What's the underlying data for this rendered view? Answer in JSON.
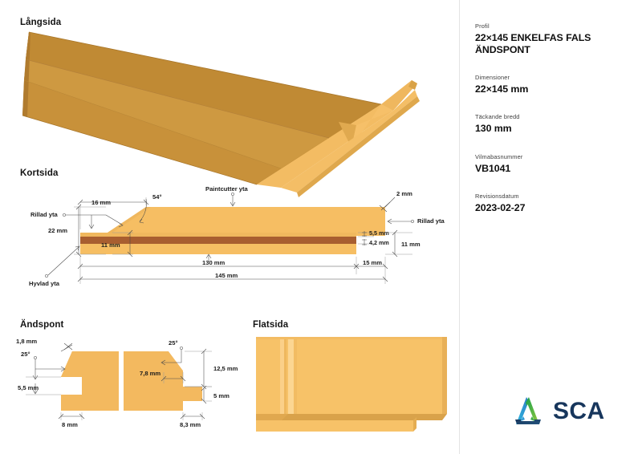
{
  "document": {
    "sections": {
      "langsida": "Långsida",
      "kortsida": "Kortsida",
      "andspont": "Ändspont",
      "flatsida": "Flatsida"
    }
  },
  "sidebar": {
    "fields": [
      {
        "label": "Profil",
        "value": "22×145 ENKELFAS FALS ÄNDSPONT"
      },
      {
        "label": "Dimensioner",
        "value": "22×145 mm"
      },
      {
        "label": "Täckande bredd",
        "value": "130 mm"
      },
      {
        "label": "Vilmabasnummer",
        "value": "VB1041"
      },
      {
        "label": "Revisionsdatum",
        "value": "2023-02-27"
      }
    ],
    "profile_line1": "22×145 ENKELFAS FALS",
    "profile_line2": "ÄNDSPONT"
  },
  "kortsida": {
    "annotations": {
      "width_16": "16 mm",
      "angle_54": "54°",
      "height_22": "22 mm",
      "height_11_left": "11 mm",
      "rillad_left": "Rillad yta",
      "hyvlad": "Hyvlad yta",
      "paintcutter": "Paintcutter yta",
      "edge_2": "2 mm",
      "rillad_right": "Rillad yta",
      "band_55": "5,5 mm",
      "band_42": "4,2 mm",
      "height_11_right": "11 mm",
      "width_15": "15 mm",
      "width_130": "130 mm",
      "width_145": "145 mm"
    }
  },
  "andspont": {
    "annotations": {
      "chamfer_18": "1,8 mm",
      "angle_left": "25°",
      "groove_55": "5,5 mm",
      "width_8": "8 mm",
      "angle_right": "25°",
      "tongue_78": "7,8 mm",
      "height_125": "12,5 mm",
      "height_5": "5 mm",
      "width_83": "8,3 mm"
    }
  },
  "logo": {
    "wordmark": "SCA",
    "mark_name": "sca-triangle-logo"
  },
  "colors": {
    "wood_light": "#F6BE63",
    "wood_face": "#F7C268",
    "wood_mid": "#D79A3E",
    "wood_dark": "#C28B33",
    "wood_core": "#A85E30",
    "logo_navy": "#17365C",
    "logo_blue": "#2E9BD6",
    "logo_green": "#3FAE49"
  }
}
